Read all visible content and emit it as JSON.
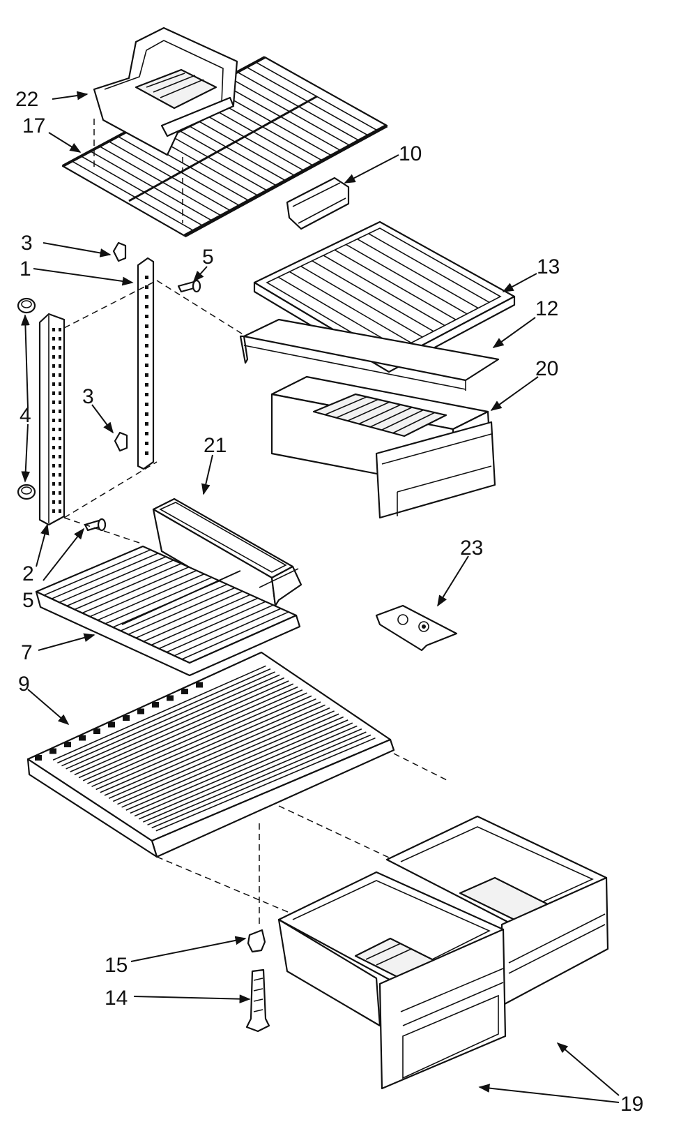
{
  "callouts": {
    "n22": "22",
    "n17": "17",
    "n10": "10",
    "n3_top": "3",
    "n1": "1",
    "n5_top": "5",
    "n13": "13",
    "n12": "12",
    "n20": "20",
    "n4": "4",
    "n3_mid": "3",
    "n21": "21",
    "n2": "2",
    "n5_low": "5",
    "n23": "23",
    "n7": "7",
    "n9": "9",
    "n15": "15",
    "n14": "14",
    "n19": "19"
  }
}
